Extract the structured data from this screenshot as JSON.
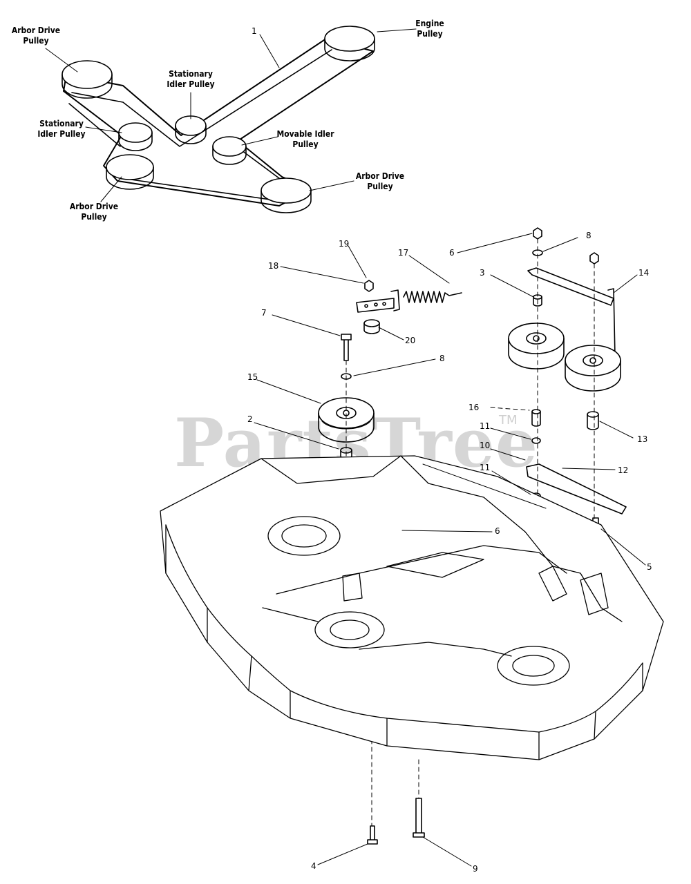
{
  "watermark": {
    "text": "PartsTree",
    "tm": "TM"
  },
  "belt_labels": {
    "arbor_drive_top": "Arbor Drive\nPulley",
    "engine": "Engine\nPulley",
    "stationary_top": "Stationary\nIdler Pulley",
    "stationary_left": "Stationary\nIdler Pulley",
    "movable_idler": "Movable Idler\nPulley",
    "arbor_drive_right": "Arbor Drive\nPulley",
    "arbor_drive_bottom": "Arbor Drive\nPulley",
    "belt_callout": "1"
  },
  "callouts": {
    "c19": "19",
    "c17": "17",
    "c18": "18",
    "c6a": "6",
    "c8a": "8",
    "c3": "3",
    "c14": "14",
    "c7": "7",
    "c20": "20",
    "c8b": "8",
    "c15": "15",
    "c16": "16",
    "c2": "2",
    "c11a": "11",
    "c13": "13",
    "c10": "10",
    "c11b": "11",
    "c12": "12",
    "c6b": "6",
    "c5": "5",
    "c4": "4",
    "c9": "9"
  }
}
